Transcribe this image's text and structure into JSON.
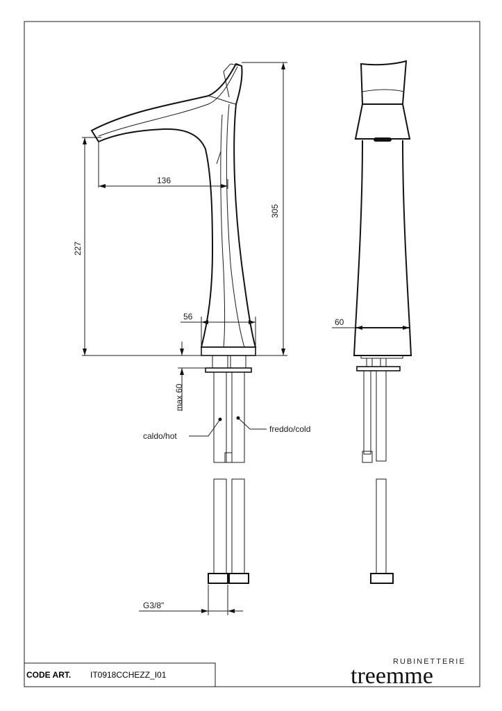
{
  "dimensions": {
    "width_top": "136",
    "height_total": "305",
    "height_spout": "227",
    "base_side": "56",
    "base_front": "60",
    "max_length": "max 60",
    "thread": "G3/8\""
  },
  "labels": {
    "hot": "caldo/hot",
    "cold": "freddo/cold"
  },
  "title_block": {
    "code_label": "CODE ART.",
    "code_value": "IT0918CCHEZZ_I01"
  },
  "brand": {
    "tagline": "RUBINETTERIE",
    "name": "treemme"
  }
}
